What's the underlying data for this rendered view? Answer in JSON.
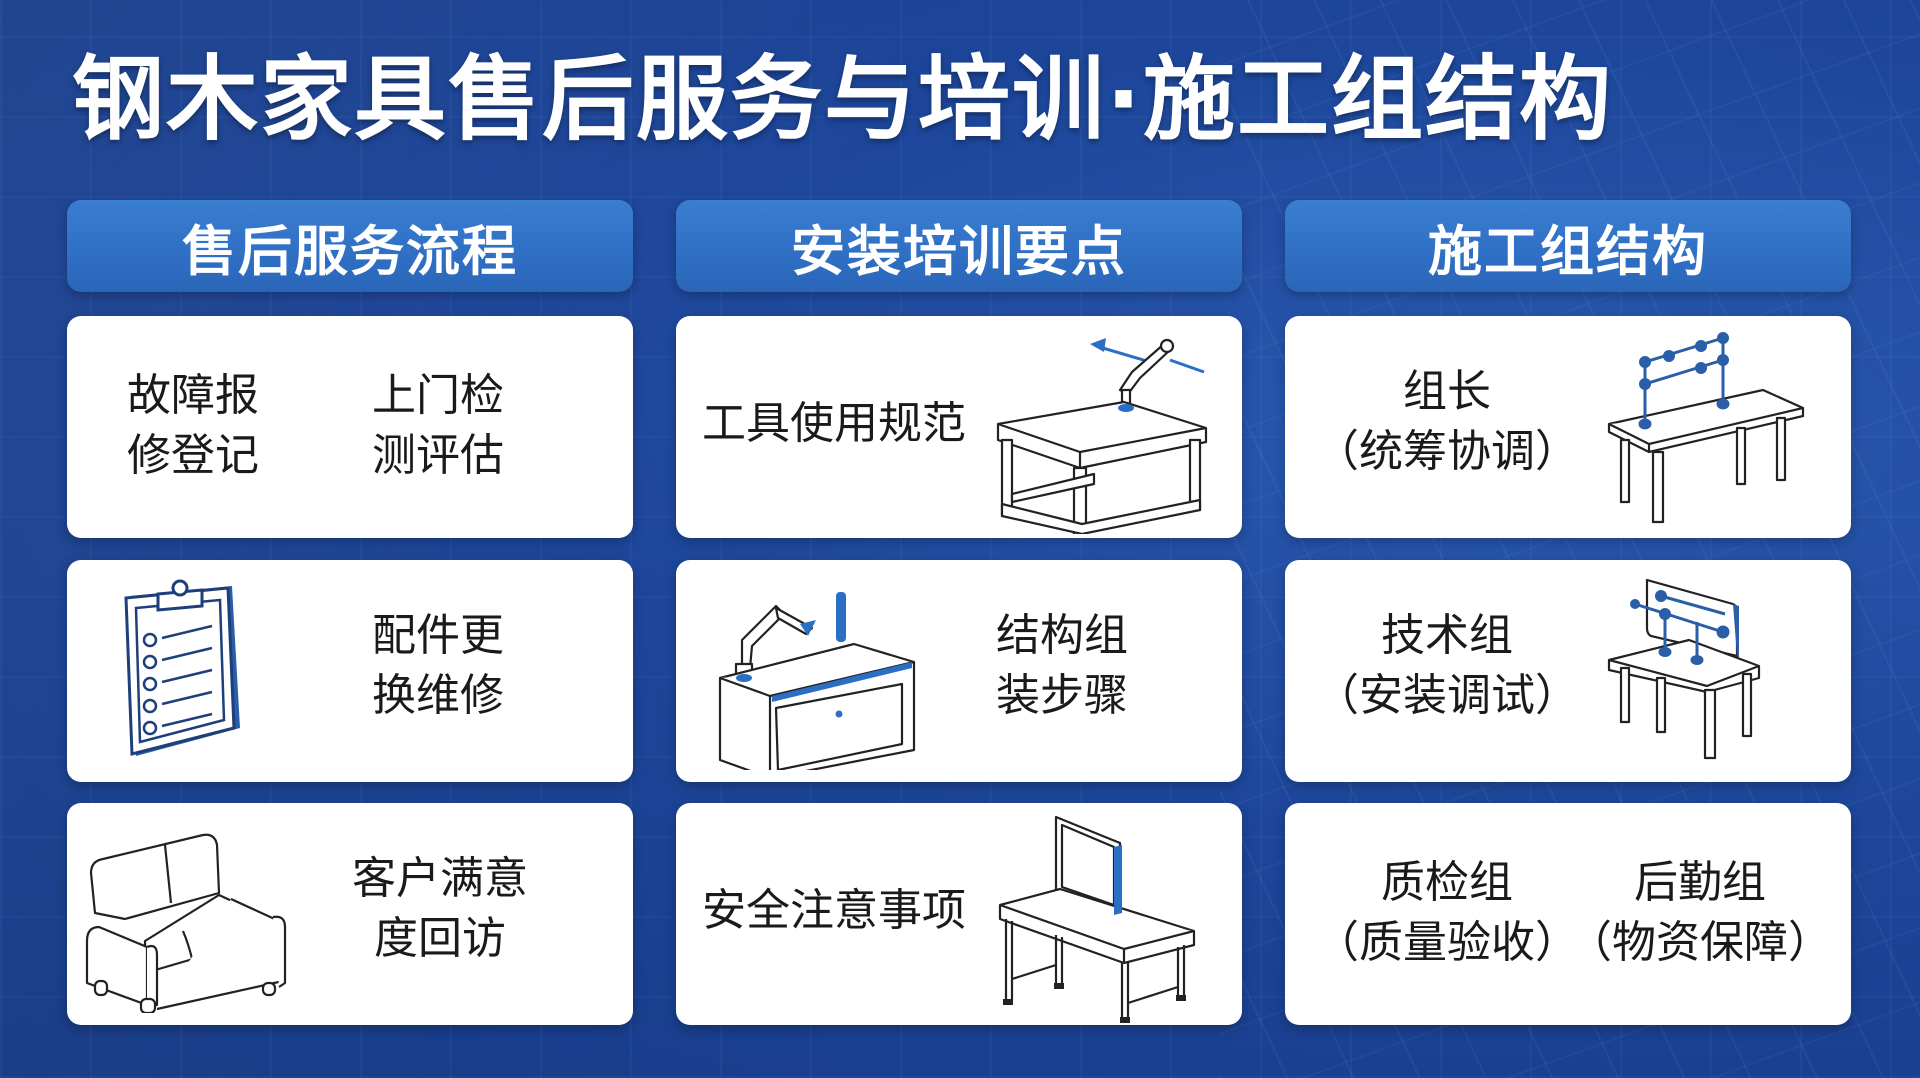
{
  "title": "钢木家具售后服务与培训·施工组结构",
  "columns": [
    {
      "header": "售后服务流程",
      "cards": [
        {
          "texts": [
            "故障报\n修登记",
            "上门检\n测评估"
          ]
        },
        {
          "icon": "clipboard-checklist-icon",
          "texts": [
            "配件更\n换维修"
          ]
        },
        {
          "icon": "sofa-icon",
          "texts": [
            "客户满意\n度回访"
          ]
        }
      ]
    },
    {
      "header": "安装培训要点",
      "cards": [
        {
          "icon": "table-frame-with-tool-arm-icon",
          "texts": [
            "工具使用规范"
          ]
        },
        {
          "icon": "cabinet-assembly-icon",
          "texts": [
            "结构组\n装步骤"
          ]
        },
        {
          "icon": "desk-with-monitor-icon",
          "texts": [
            "安全注意事项"
          ]
        }
      ]
    },
    {
      "header": "施工组结构",
      "cards": [
        {
          "icon": "table-with-rail-frame-icon",
          "texts": [
            "组长\n（统筹协调）"
          ]
        },
        {
          "icon": "table-with-panel-icon",
          "texts": [
            "技术组\n（安装调试）"
          ]
        },
        {
          "texts": [
            "质检组\n（质量验收）",
            "后勤组\n（物资保障）"
          ]
        }
      ]
    }
  ],
  "colors": {
    "background": "#1d469a",
    "header_fill": "#2f6fc4",
    "card_fill": "#ffffff",
    "accent_blue": "#2a5fa8",
    "text_dark": "#1a1a1a",
    "title_text": "#ffffff"
  }
}
